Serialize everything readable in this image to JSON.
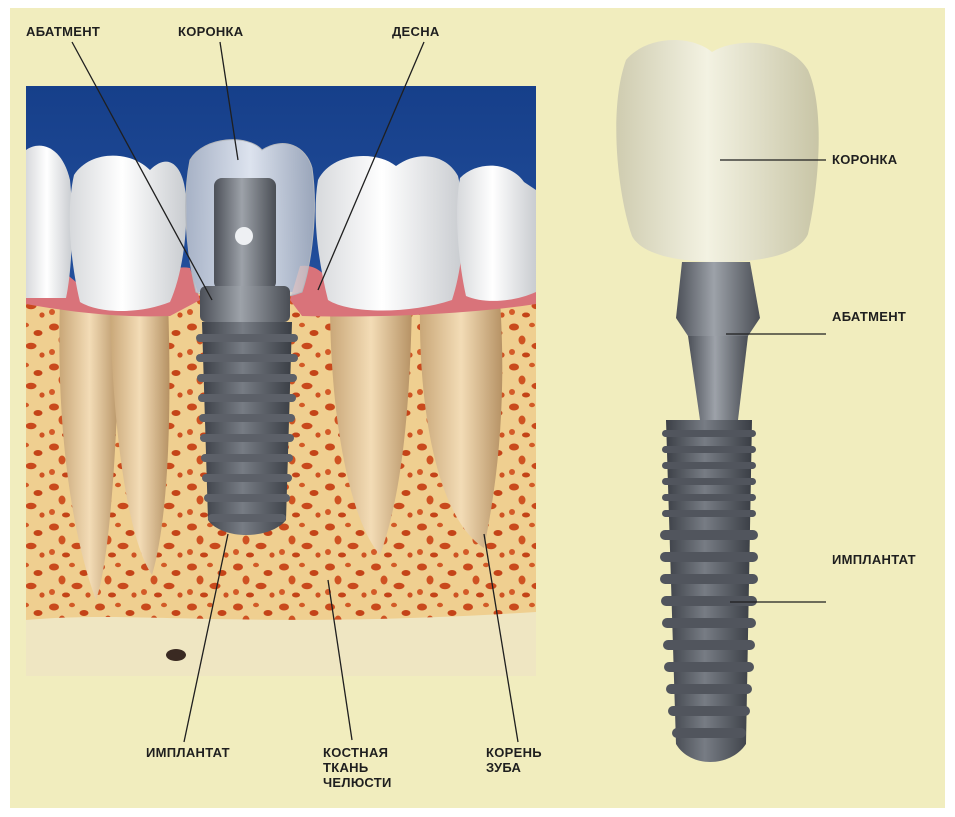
{
  "left_labels": {
    "abutment": "АБАТМЕНТ",
    "crown": "КОРОНКА",
    "gum": "ДЕСНА",
    "implant": "ИМПЛАНТАТ",
    "jaw_bone": [
      "КОСТНАЯ",
      "ТКАНЬ",
      "ЧЕЛЮСТИ"
    ],
    "tooth_root": [
      "КОРЕНЬ",
      "ЗУБА"
    ]
  },
  "right_labels": {
    "crown": "КОРОНКА",
    "abutment": "АБАТМЕНТ",
    "implant": "ИМПЛАНТАТ"
  },
  "colors": {
    "background": "#f1edbe",
    "sky": "#1e4fa0",
    "bone": "#efcf90",
    "marrow": "#c9491c",
    "tooth": "#f4f4f2",
    "gum": "#d9737a",
    "metal": "#7b7f86",
    "crown_right": "#e7e6cf"
  }
}
